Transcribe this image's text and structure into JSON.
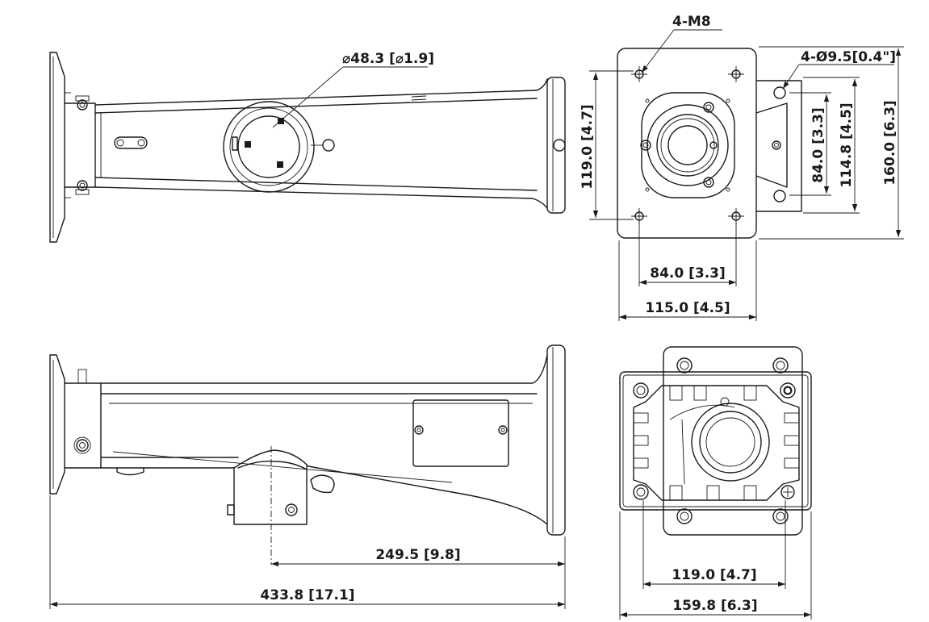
{
  "dimensions": {
    "pipe_diameter": "⌀48.3 [⌀1.9]",
    "thread_holes": "4-M8",
    "mount_holes": "4-Ø9.5[0.4\"]",
    "top_front_height": "119.0 [4.7]",
    "top_front_84_width": "84.0 [3.3]",
    "top_front_115_width": "115.0 [4.5]",
    "side_84_height": "84.0 [3.3]",
    "side_114_height": "114.8 [4.5]",
    "side_160_height": "160.0 [6.3]",
    "center_distance": "249.5 [9.8]",
    "total_length": "433.8 [17.1]",
    "bottom_119_width": "119.0 [4.7]",
    "bottom_159_width": "159.8 [6.3]"
  }
}
